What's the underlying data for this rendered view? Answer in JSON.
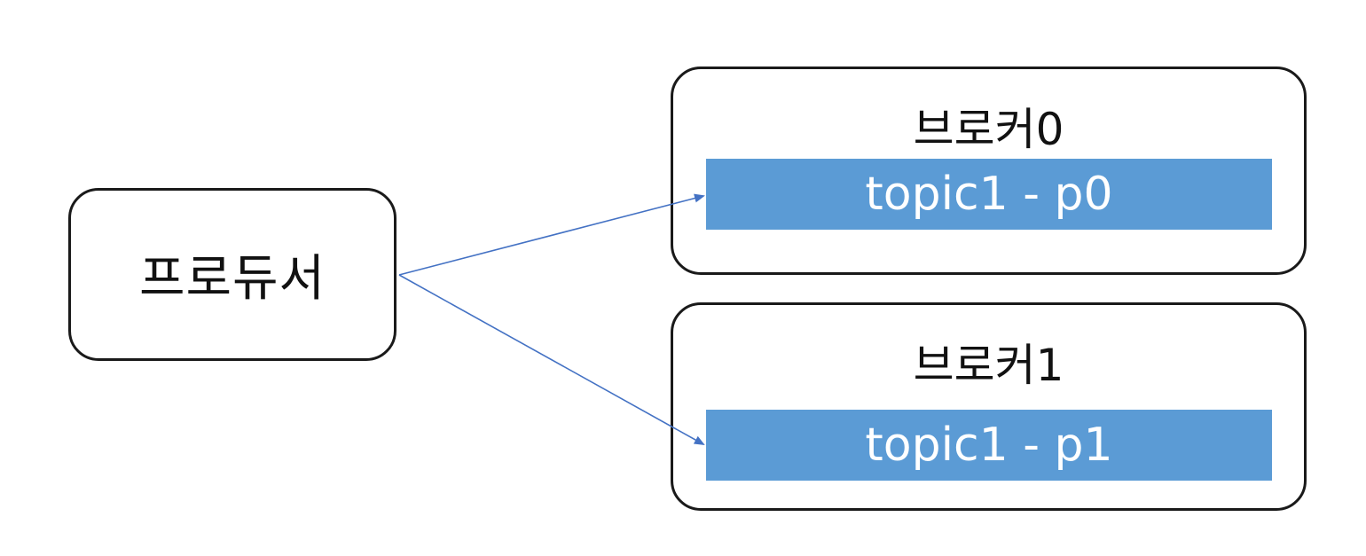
{
  "producer": {
    "label": "프로듀서"
  },
  "brokers": [
    {
      "title": "브로커0",
      "partition": "topic1 - p0"
    },
    {
      "title": "브로커1",
      "partition": "topic1 - p1"
    }
  ],
  "colors": {
    "partition_fill": "#5b9bd5",
    "arrow": "#4472c4",
    "box_border": "#1a1a1a"
  }
}
